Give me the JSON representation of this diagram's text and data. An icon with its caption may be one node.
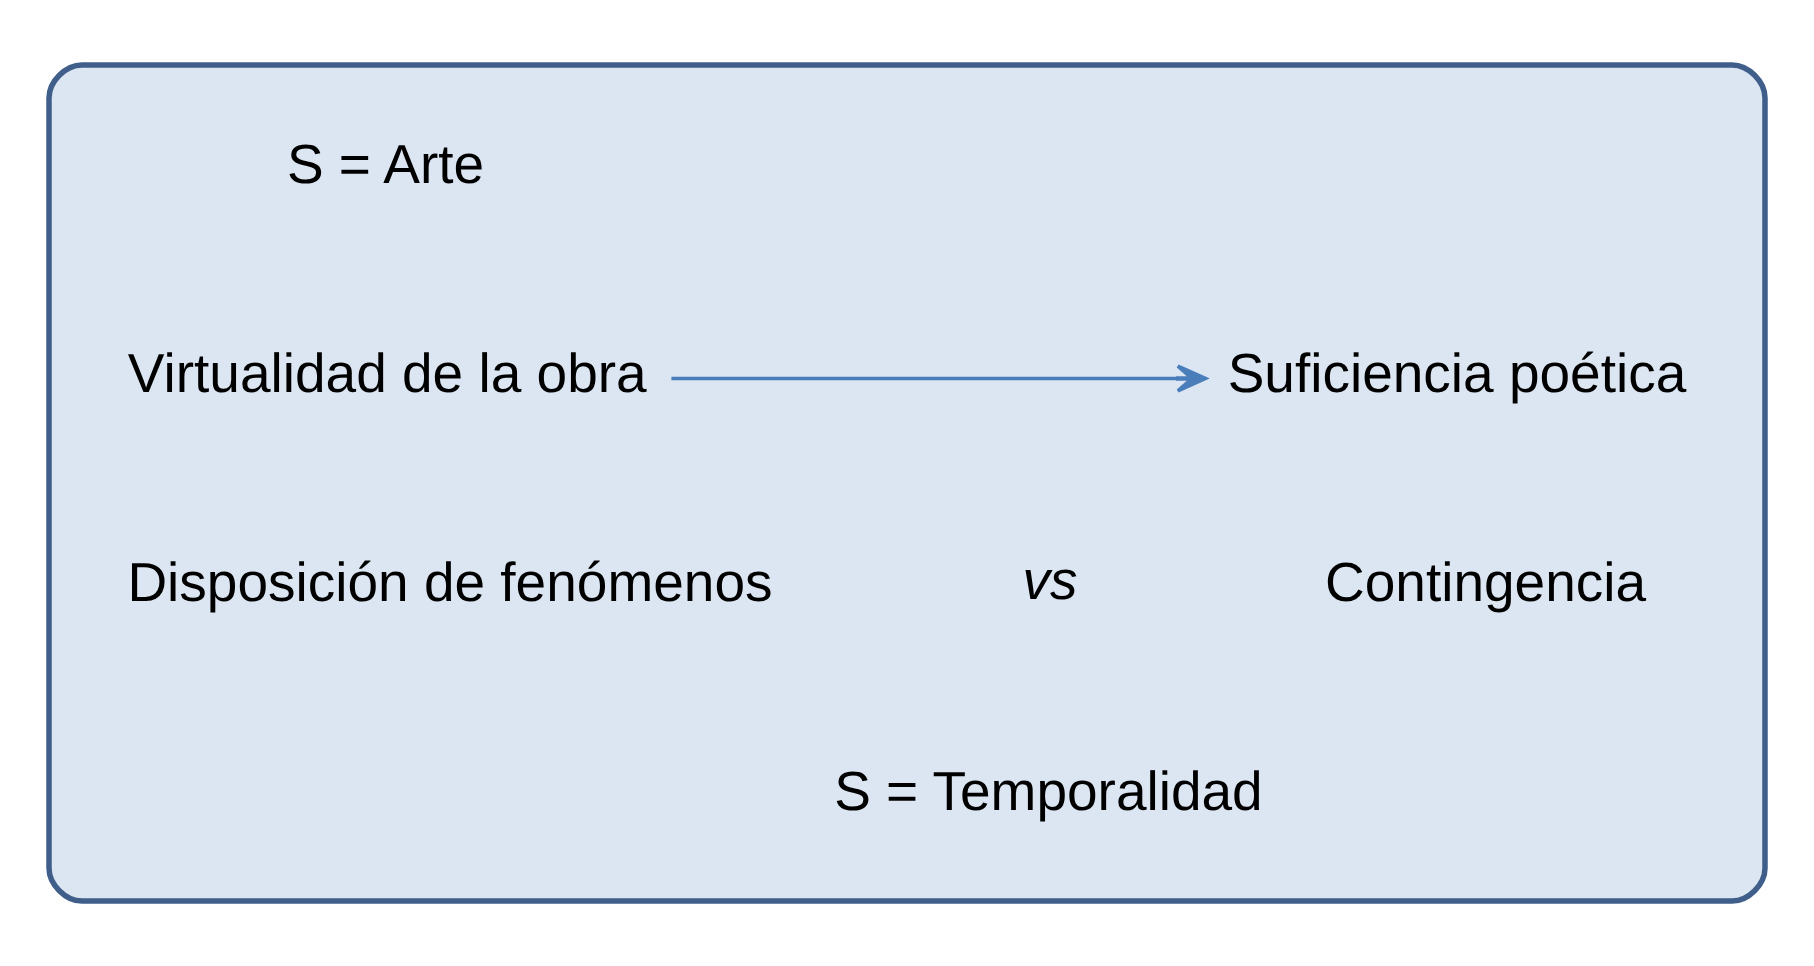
{
  "diagram": {
    "nodes": [
      {
        "text": [],
        "shape": "box"
      },
      {
        "text": [
          "Virtualidad de la obra"
        ],
        "in": 0
      },
      {
        "text": [
          "Suficiencia poética"
        ],
        "in": 0
      }
    ],
    "edges": [
      {
        "from": 1,
        "to": 2,
        "arrow": "to"
      }
    ],
    "labels": [
      "S = Arte",
      "Disposición de fenómenos",
      "vs",
      "Contingencia",
      "S = Temporalidad"
    ]
  }
}
